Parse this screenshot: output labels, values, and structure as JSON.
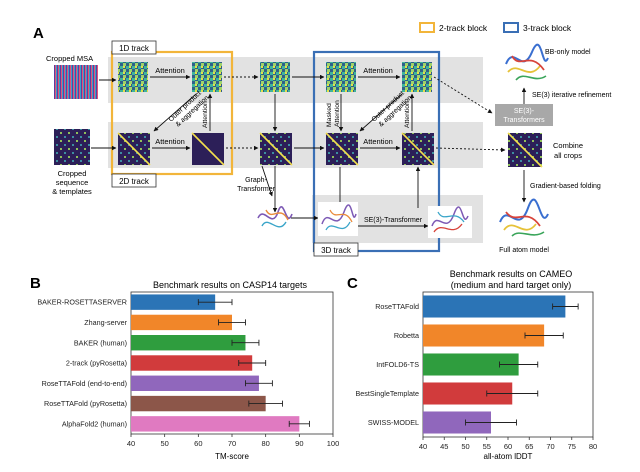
{
  "panel_a": {
    "letter": "A",
    "legend": {
      "two_track": "2-track block",
      "three_track": "3-track block",
      "two_track_color": "#f2b53a",
      "three_track_color": "#3a6fb5"
    },
    "inputs": {
      "msa_label": "Cropped MSA",
      "seq_label_1": "Cropped",
      "seq_label_2": "sequence",
      "seq_label_3": "& templates"
    },
    "tracks": {
      "one_d": "1D track",
      "two_d": "2D track",
      "three_d": "3D track"
    },
    "ops": {
      "attention": "Attention",
      "outer_1": "Outer product",
      "outer_2": "& aggregation",
      "masked_1": "Masked",
      "masked_2": "Attention",
      "graph_1": "Graph-",
      "graph_2": "Transformer",
      "se3_transformer": "SE(3)-Transformer"
    },
    "outputs": {
      "bb_only": "BB-only model",
      "se3_refine": "SE(3) iterative refinement",
      "se3_box_1": "SE(3)-",
      "se3_box_2": "Transformers",
      "combine_1": "Combine",
      "combine_2": "all crops",
      "gradient": "Gradient-based folding",
      "full_atom": "Full atom model"
    }
  },
  "chart_data": [
    {
      "letter": "B",
      "type": "bar",
      "orientation": "horizontal",
      "title": "Benchmark results on CASP14 targets",
      "xlabel": "TM-score",
      "xlim": [
        40,
        100
      ],
      "xticks": [
        40,
        50,
        60,
        70,
        80,
        90,
        100
      ],
      "categories": [
        "BAKER-ROSETTASERVER",
        "Zhang-server",
        "BAKER (human)",
        "2-track (pyRosetta)",
        "RoseTTAFold (end-to-end)",
        "RoseTTAFold (pyRosetta)",
        "AlphaFold2 (human)"
      ],
      "values": [
        65,
        70,
        74,
        76,
        78,
        80,
        90
      ],
      "errors": [
        5,
        4,
        4,
        4,
        4,
        5,
        3
      ],
      "colors": [
        "#2b74b6",
        "#f18629",
        "#2f9d3e",
        "#d13b3c",
        "#9067bc",
        "#8c5649",
        "#e07ac1"
      ]
    },
    {
      "letter": "C",
      "type": "bar",
      "orientation": "horizontal",
      "title": "Benchmark results on CAMEO",
      "subtitle": "(medium and hard target only)",
      "xlabel": "all-atom lDDT",
      "xlim": [
        40,
        80
      ],
      "xticks": [
        40,
        45,
        50,
        55,
        60,
        65,
        70,
        75,
        80
      ],
      "categories": [
        "RoseTTAFold",
        "Robetta",
        "IntFOLD6-TS",
        "BestSingleTemplate",
        "SWISS-MODEL"
      ],
      "values": [
        73.5,
        68.5,
        62.5,
        61,
        56
      ],
      "errors": [
        3,
        4.5,
        4.5,
        6,
        6
      ],
      "colors": [
        "#2b74b6",
        "#f18629",
        "#2f9d3e",
        "#d13b3c",
        "#9067bc"
      ]
    }
  ]
}
